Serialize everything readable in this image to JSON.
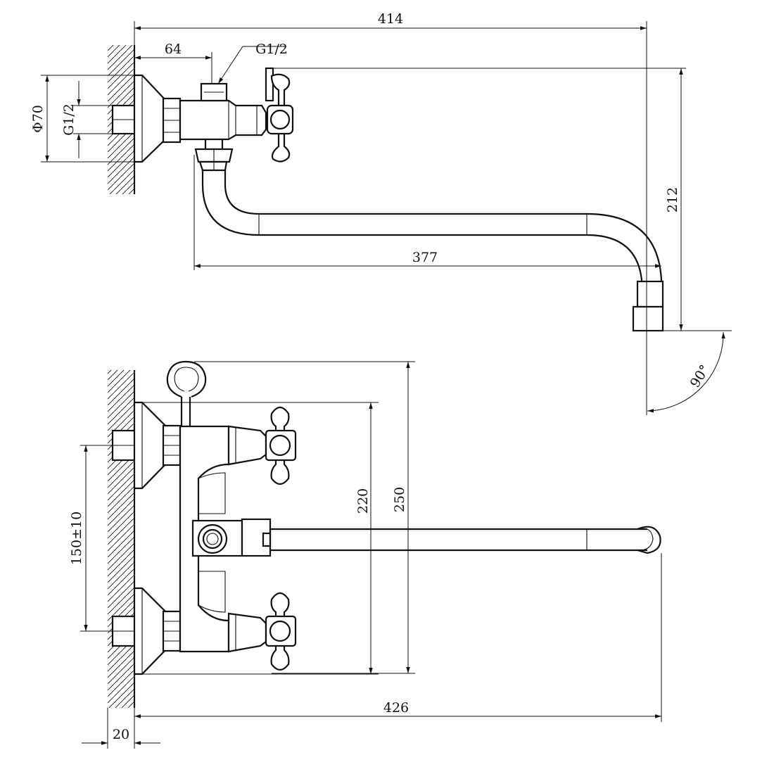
{
  "dimensions": {
    "overall_top": "414",
    "offset_top": "64",
    "thread_top": "G1/2",
    "flange_diameter": "Φ70",
    "thread_side": "G1/2",
    "spout_height": "212",
    "spout_reach": "377",
    "rotation_angle": "90°",
    "holder_height": "250",
    "body_height": "220",
    "center_distance": "150±10",
    "overall_front": "426",
    "wall_offset": "20"
  }
}
